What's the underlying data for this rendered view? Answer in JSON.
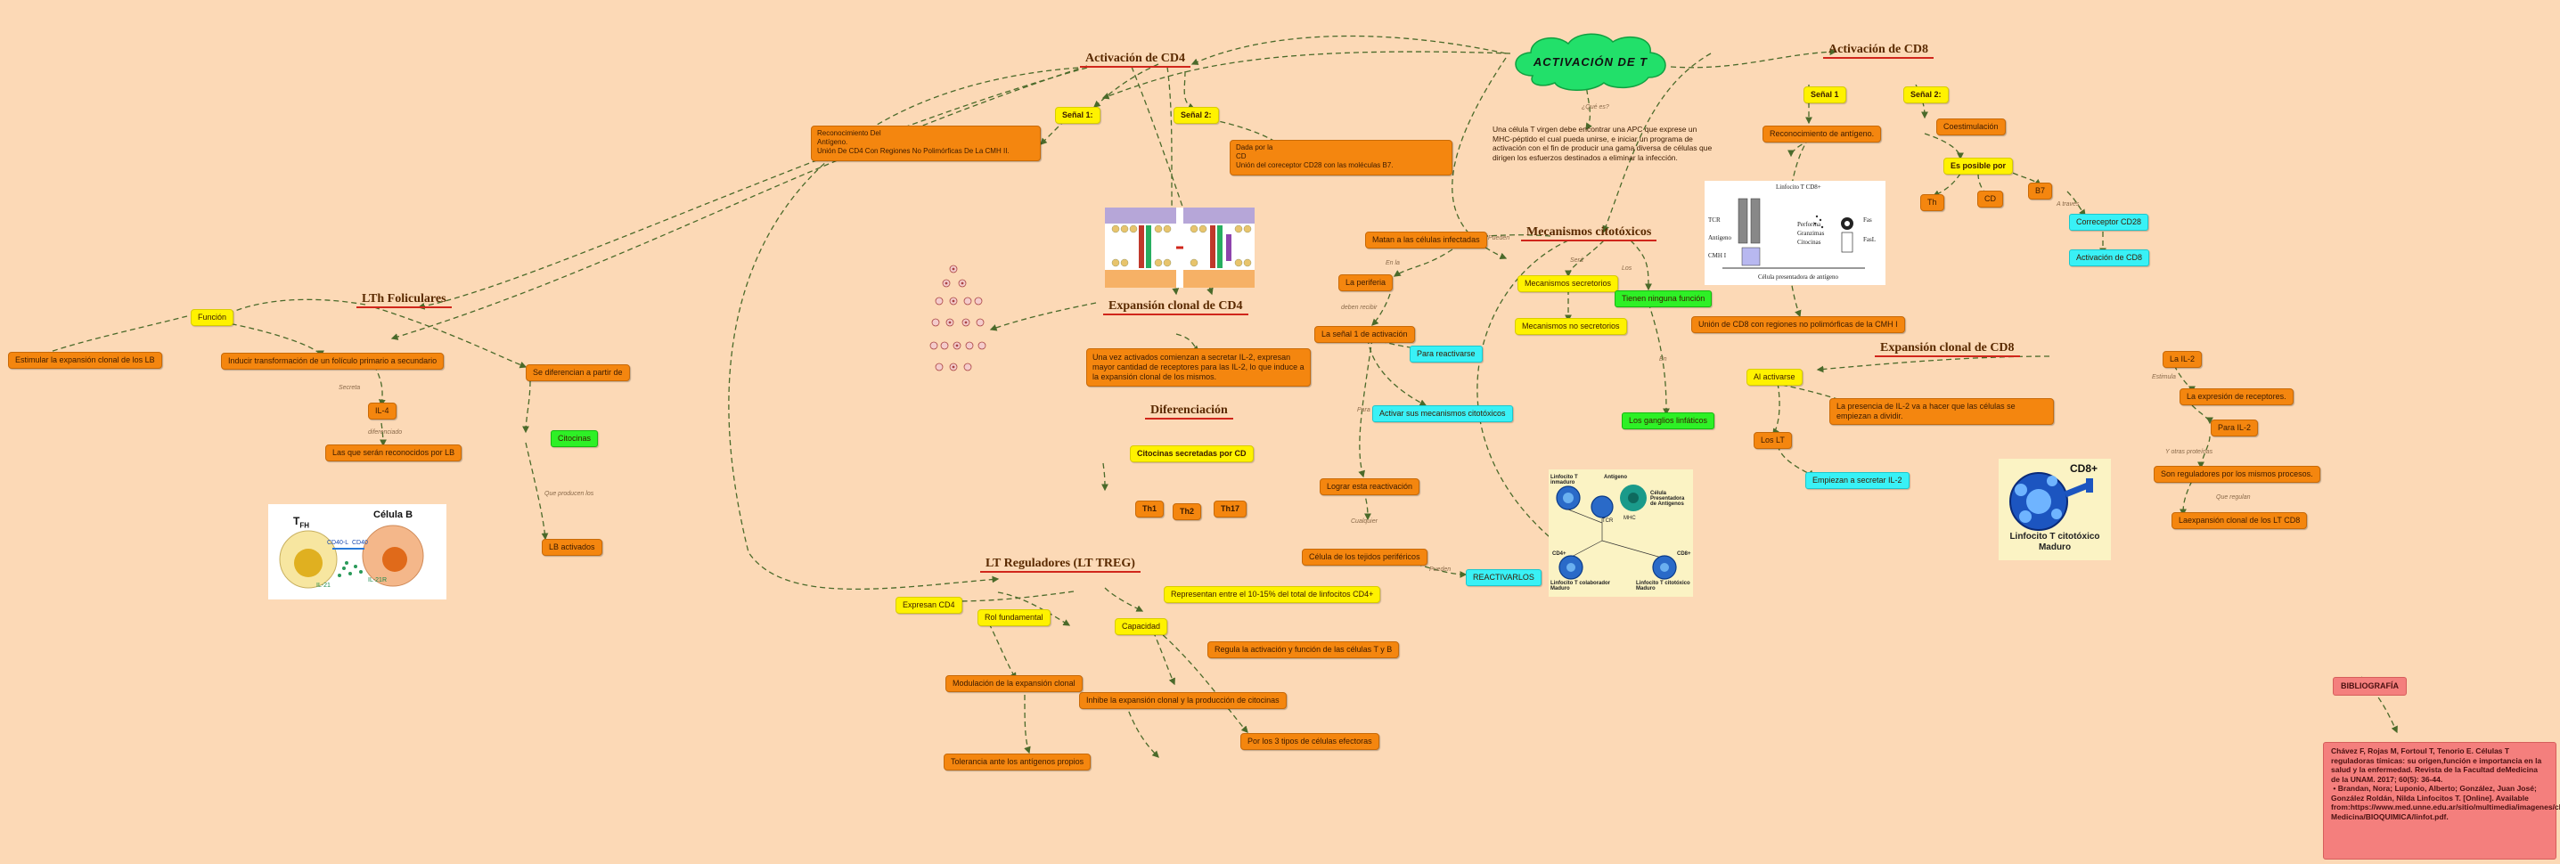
{
  "titles": {
    "cd4": "Activación de CD4",
    "cd8": "Activación de CD8",
    "foliculares": "LTh Foliculares",
    "expansion_cd4": "Expansión clonal de CD4",
    "diferenciacion": "Diferenciación",
    "mecanismos": "Mecanismos citotóxicos",
    "expansion_cd8": "Expansión clonal de CD8",
    "reguladores": "LT Reguladores (LT TREG)"
  },
  "cloud": "ACTIVACIÓN DE T",
  "cd4": {
    "senal1": "Señal 1:",
    "senal2": "Señal 2:",
    "senal1_desc": [
      "Reconocimiento Del",
      "Antígeno.",
      "Unión De CD4 Con Regiones No Polimórficas De La CMH II."
    ],
    "senal2_desc": [
      "Dada por la",
      "CD",
      "Unión del coreceptor CD28 con las moléculas B7."
    ]
  },
  "center": {
    "que_es": "¿Qué es?",
    "definicion": "Una célula T virgen debe encontrar una APC que exprese un MHC-péptido el cual pueda unirse, e iniciar un programa de activación con el fin de producir una gama diversa de células que dirigen los esfuerzos destinados a eliminar la infección."
  },
  "cd8": {
    "senal1": "Señal 1",
    "senal2": "Señal 2:",
    "reconocimiento": "Reconocimiento de antígeno.",
    "coestimulacion": "Coestimulación",
    "es_posible": "Es posible por",
    "th": "Th",
    "cd": "CD",
    "b7": "B7",
    "a_traves": "A través",
    "correceptor": "Correceptor CD28",
    "activacion": "Activación de CD8",
    "union": "Unión de CD8 con regiones no polimórficas de la CMH I"
  },
  "apc_diagram": {
    "header": "Linfocito T CD8+",
    "left": [
      "TCR",
      "Antígeno",
      "CMH I"
    ],
    "mid": [
      "Perforina",
      "Granzimas",
      "Citocinas"
    ],
    "right": [
      "Fas",
      "FasL"
    ],
    "footer": "Célula presentadora de antígeno"
  },
  "mecanismos": {
    "matan": "Matan a las células infectadas",
    "lbl_pueden": "Pueden",
    "lbl_en": "En la",
    "periferia": "La periferia",
    "lbl_deben": "deben recibir",
    "senal1": "La señal 1 de activación",
    "para_reactivarse": "Para reactivarse",
    "activar": "Activar sus mecanismos citotóxicos",
    "lbl_para": "Para",
    "lograr": "Lograr esta reactivación",
    "lbl_cualquier": "Cualquier",
    "celula": "Célula de los tejidos periféricos",
    "lbl_pueden2": "Pueden",
    "reactivarlos": "REACTIVARLOS",
    "lbl_sera": "Será",
    "lbl_los": "Los",
    "secretorios": "Mecanismos secretorios",
    "no_secretorios": "Mecanismos no secretorios",
    "tienen": "Tienen ninguna función",
    "ganglios": "Los ganglios linfáticos",
    "lbl_en2": "En"
  },
  "expansion_cd8": {
    "al_activarse": "Al activarse",
    "presencia": "La presencia de IL-2 va a hacer que las células se empiezan a dividir.",
    "los_lt": "Los LT",
    "empiezan": "Empiezan a secretar IL-2",
    "il2": "La IL-2",
    "lbl_estimula": "Estimula",
    "expresion": "La expresión de receptores.",
    "para_il2": "Para IL-2",
    "lbl_y_otras": "Y otras proteínas",
    "reguladores": "Son reguladores por los mismos procesos.",
    "lbl_que_regulan": "Que regulan",
    "expansion": "Laexpansión clonal de los LT CD8"
  },
  "linfocito": {
    "label": "CD8+",
    "name": "Linfocito T citotóxico Maduro"
  },
  "foliculares": {
    "funcion": "Función",
    "estimular": "Estimular la expansión clonal de los LB",
    "inducir": "Inducir transformación de un folículo primario a secundario",
    "lbl_secreta": "Secreta",
    "il4": "IL-4",
    "lbl_diferenciado": "diferenciado",
    "los_que": "Las que serán reconocidos por LB",
    "se_diferencian": "Se diferencian a partir de",
    "citocinas": "Citocinas",
    "lbl_que": "Que producen los",
    "lb_activados": "LB activados"
  },
  "tfh_image": {
    "tfh": "T",
    "tfh_sub": "FH",
    "celula_b": "Célula B",
    "cd40l": "CD40-L",
    "cd40": "CD40",
    "il21": "IL-21",
    "il21r": "IL-21R"
  },
  "expansion_cd4": {
    "texto": "Una vez activados comienzan a secretar IL-2, expresan mayor cantidad de receptores para las IL-2, lo que induce a la expansión clonal de los mismos."
  },
  "diferenciacion": {
    "citocinas": "Citocinas secretadas por CD",
    "th1": "Th1",
    "th2": "Th2",
    "th17": "Th17"
  },
  "reguladores": {
    "representan": "Representan entre el 10-15% del total de linfocitos CD4+",
    "expresan": "Expresan CD4",
    "rol": "Rol fundamental",
    "capacidad": "Capacidad",
    "modulacion": "Modulación de la expansión clonal",
    "tolerancia": "Tolerancia ante los antígenos propios",
    "inhibe": "Inhibe la expansión clonal y la producción de citocinas",
    "regula": "Regula la activación y función de las células T y B",
    "por_los": "Por los 3 tipos de células efectoras"
  },
  "cd8_image": {
    "virgen": "Linfocito T inmaduro",
    "antigeno": "Antígeno",
    "celula_pres": "Célula Presentadora de Antígenos",
    "tcr": "TCR",
    "mhc": "MHC",
    "cd4": "CD4+",
    "cd8": "CD8+",
    "colaborador": "Linfocito T colaborador Maduro",
    "citotoxico": "Linfocito T citotóxico Maduro"
  },
  "bibliografia": {
    "label": "BIBLIOGRAFÍA",
    "ref": "Chávez F, Rojas M, Fortoul T, Tenorio E. Células T reguladoras tímicas: su origen,función e importancia en la salud y la enfermedad. Revista de la Facultad deMedicina de la UNAM. 2017; 60(5): 36-44.\n • Brandan, Nora; Luponio, Alberto; González, Juan José; González Roldán, Nilda Linfocitos T. [Online]. Available from:https://www.med.unne.edu.ar/sitio/multimedia/imagenes/ckfinder/files/files/Carrera-Medicina/BIOQUIMICA/linfot.pdf."
  },
  "colors": {
    "background": "#fcd9b6",
    "orange": "#f4860f",
    "yellow": "#fff200",
    "cyan": "#39f1f6",
    "green": "#2ef026",
    "pink": "#f47f7d",
    "link": "#4a6a2a",
    "underline": "#d0261b"
  }
}
